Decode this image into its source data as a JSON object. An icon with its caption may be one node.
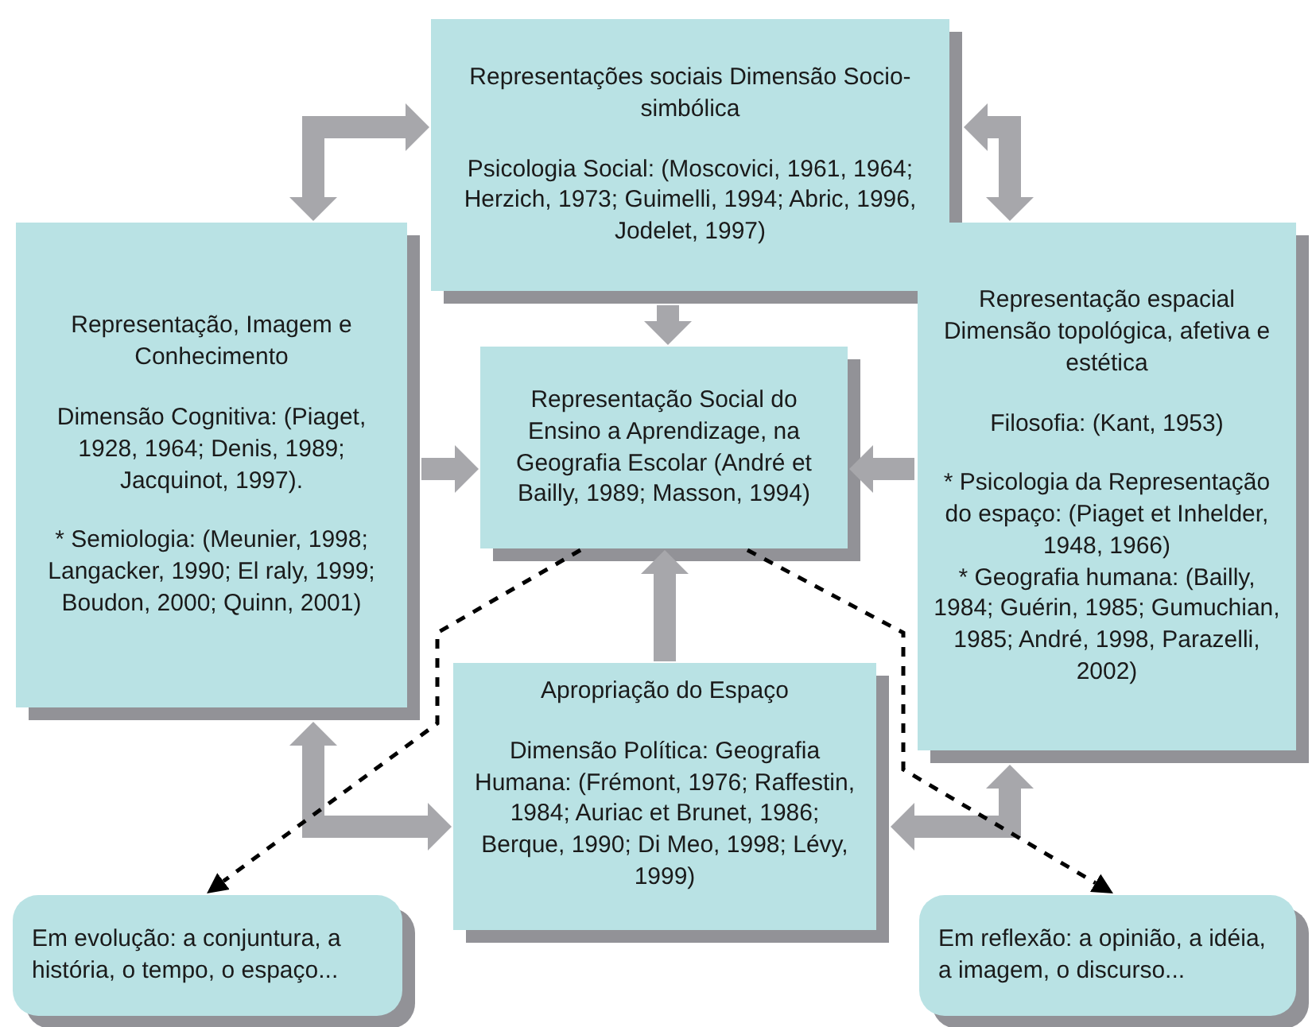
{
  "diagram": {
    "nodes": [
      {
        "text": [
          "Representações sociais Dimensão Socio-simbólica",
          "Psicologia Social: (Moscovici, 1961, 1964; Herzich, 1973; Guimelli, 1994; Abric, 1996, Jodelet, 1997)"
        ]
      },
      {
        "text": [
          "Representação, Imagem e Conhecimento",
          "Dimensão Cognitiva: (Piaget, 1928, 1964; Denis, 1989; Jacquinot, 1997).",
          "* Semiologia: (Meunier, 1998; Langacker, 1990; El raly, 1999; Boudon, 2000; Quinn, 2001)"
        ]
      },
      {
        "text": [
          "Representação Social do Ensino a Aprendizage, na Geografia Escolar (André et Bailly, 1989; Masson, 1994)"
        ]
      },
      {
        "text": [
          "Representação espacial Dimensão topológica, afetiva e estética",
          "Filosofia: (Kant, 1953)",
          "* Psicologia da Representação do espaço: (Piaget et Inhelder, 1948, 1966)",
          "* Geografia humana: (Bailly, 1984; Guérin, 1985; Gumuchian, 1985; André, 1998, Parazelli, 2002)"
        ]
      },
      {
        "text": [
          "Apropriação do Espaço",
          "Dimensão Política: Geografia Humana: (Frémont, 1976; Raffestin, 1984; Auriac et Brunet, 1986; Berque, 1990; Di Meo, 1998; Lévy, 1999)"
        ]
      },
      {
        "text": [
          "Em evolução: a conjuntura, a história, o tempo, o espaço..."
        ]
      },
      {
        "text": [
          "Em reflexão: a opinião, a idéia, a imagem, o discurso..."
        ]
      }
    ],
    "edges": [
      {
        "from": 0,
        "to": 2,
        "arrow": "to"
      },
      {
        "from": 1,
        "to": 2,
        "arrow": "to"
      },
      {
        "from": 3,
        "to": 2,
        "arrow": "to"
      },
      {
        "from": 4,
        "to": 2,
        "arrow": "to"
      },
      {
        "from": 0,
        "to": 1,
        "arrow": "both"
      },
      {
        "from": 0,
        "to": 3,
        "arrow": "both"
      },
      {
        "from": 1,
        "to": 4,
        "arrow": "both"
      },
      {
        "from": 3,
        "to": 4,
        "arrow": "both"
      },
      {
        "from": 2,
        "to": 5,
        "arrow": "to",
        "style": "dashed",
        "color": "#000000"
      },
      {
        "from": 2,
        "to": 6,
        "arrow": "to",
        "style": "dashed",
        "color": "#000000"
      }
    ]
  }
}
